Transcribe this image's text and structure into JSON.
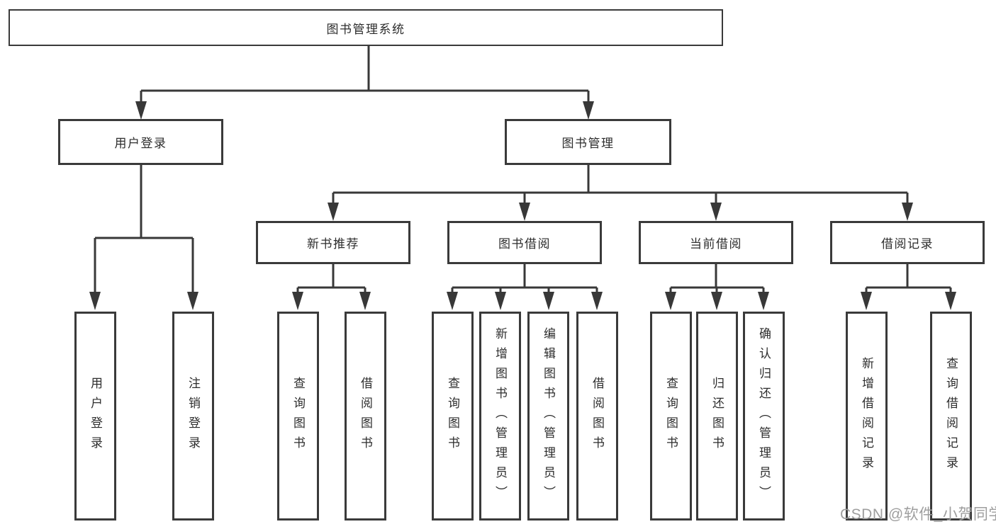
{
  "diagram_type": "hierarchy-tree",
  "colors": {
    "background": "#ffffff",
    "box_border": "#3a3a3a",
    "connector_line": "#383838",
    "text": "#2d2d2d",
    "watermark": "#9e9e9e"
  },
  "tree": {
    "root": {
      "label": "图书管理系统"
    },
    "branches": [
      {
        "label": "用户登录",
        "leaves": [
          "用户登录",
          "注销登录"
        ]
      },
      {
        "label": "图书管理",
        "children": [
          {
            "label": "新书推荐",
            "leaves": [
              "查询图书",
              "借阅图书"
            ]
          },
          {
            "label": "图书借阅",
            "leaves": [
              "查询图书",
              "新增图书（管理员）",
              "编辑图书（管理员）",
              "借阅图书"
            ]
          },
          {
            "label": "当前借阅",
            "leaves": [
              "查询图书",
              "归还图书",
              "确认归还（管理员）"
            ]
          },
          {
            "label": "借阅记录",
            "leaves": [
              "新增借阅记录",
              "查询借阅记录"
            ]
          }
        ]
      }
    ]
  },
  "watermark": {
    "text": "CSDN @软件_小贺同学"
  }
}
